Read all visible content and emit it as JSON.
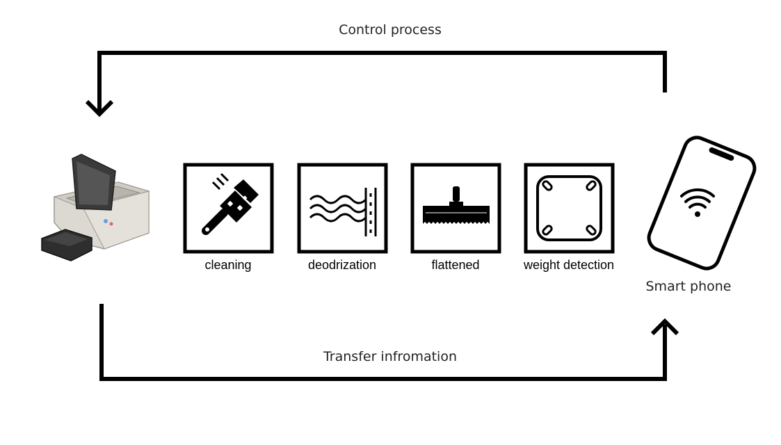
{
  "top_label": "Control process",
  "bottom_label": "Transfer infromation",
  "items": [
    {
      "label": "cleaning",
      "icon": "cleaning-brush-icon"
    },
    {
      "label": "deodrization",
      "icon": "deodorization-waves-icon"
    },
    {
      "label": "flattened",
      "icon": "flattening-broom-icon"
    },
    {
      "label": "weight detection",
      "icon": "weight-scale-icon"
    }
  ],
  "phone_label": "Smart phone",
  "colors": {
    "line": "#000000",
    "device_body": "#d9d6cf",
    "device_dark": "#2b2b2b"
  }
}
